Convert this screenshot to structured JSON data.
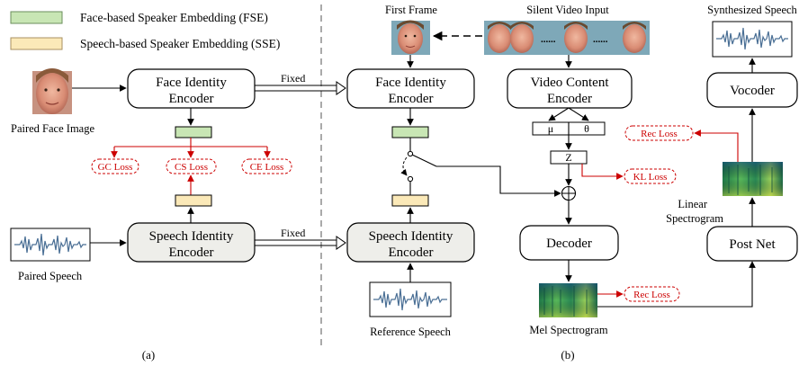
{
  "legend": {
    "fse": "Face-based Speaker Embedding (FSE)",
    "sse": "Speech-based Speaker Embedding (SSE)"
  },
  "part_a": {
    "face_encoder": [
      "Face Identity",
      "Encoder"
    ],
    "speech_encoder": [
      "Speech Identity",
      "Encoder"
    ],
    "face_image_label": "Paired Face Image",
    "speech_label": "Paired Speech",
    "losses": [
      "GC Loss",
      "CS Loss",
      "CE Loss"
    ],
    "caption": "(a)"
  },
  "fixed_label": "Fixed",
  "part_b": {
    "first_frame": "First Frame",
    "silent_video": "Silent Video Input",
    "dots": "......",
    "face_encoder": [
      "Face Identity",
      "Encoder"
    ],
    "speech_encoder": [
      "Speech Identity",
      "Encoder"
    ],
    "reference_speech": "Reference Speech",
    "video_encoder": [
      "Video Content",
      "Encoder"
    ],
    "mu": "μ",
    "theta": "θ",
    "z": "Z",
    "kl_loss": "KL Loss",
    "decoder": "Decoder",
    "mel_label": "Mel Spectrogram",
    "mel_loss": "Rec Loss",
    "post_net": "Post Net",
    "linear_label": [
      "Linear",
      "Spectrogram"
    ],
    "linear_loss": "Rec Loss",
    "vocoder": "Vocoder",
    "synth_label": "Synthesized Speech",
    "caption": "(b)"
  },
  "colors": {
    "fse": "#c8e6b4",
    "sse": "#fbe9b8",
    "loss": "#cc0000",
    "encoder_fill": "#eeeeea"
  }
}
